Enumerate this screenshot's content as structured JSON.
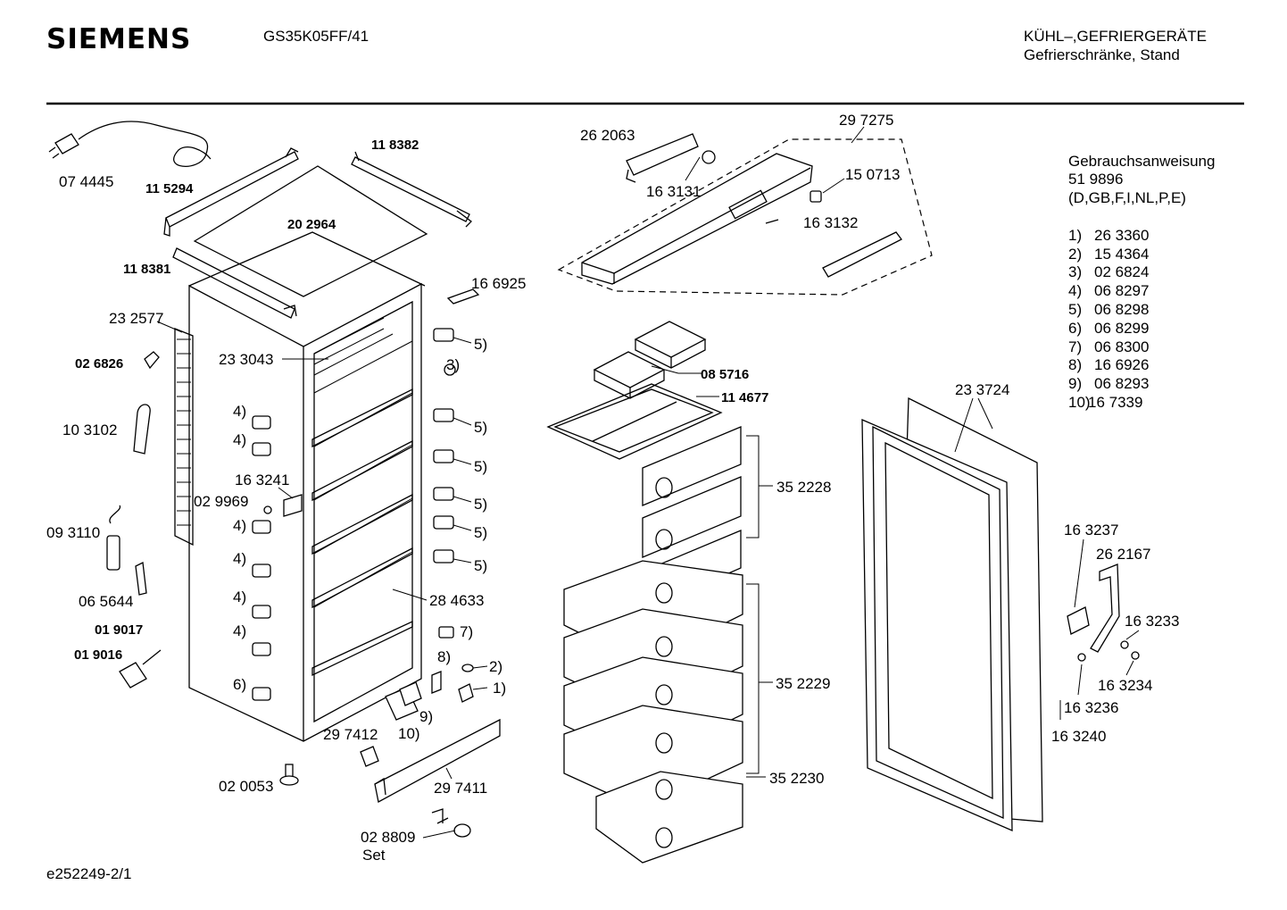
{
  "header": {
    "brand": "SIEMENS",
    "model": "GS35K05FF/41",
    "category": "KÜHL–,GEFRIERGERÄTE",
    "subcategory": "Gefrierschränke, Stand"
  },
  "manual": {
    "title": "Gebrauchsanweisung",
    "number": "51 9896",
    "languages": "(D,GB,F,I,NL,P,E)"
  },
  "footnotes": [
    {
      "key": "1)",
      "part": "26 3360"
    },
    {
      "key": "2)",
      "part": "15 4364"
    },
    {
      "key": "3)",
      "part": "02 6824"
    },
    {
      "key": "4)",
      "part": "06 8297"
    },
    {
      "key": "5)",
      "part": "06 8298"
    },
    {
      "key": "6)",
      "part": "06 8299"
    },
    {
      "key": "7)",
      "part": "06 8300"
    },
    {
      "key": "8)",
      "part": "16 6926"
    },
    {
      "key": "9)",
      "part": "06 8293"
    },
    {
      "key": "10)",
      "part": "16 7339"
    }
  ],
  "labels": {
    "p074445": "07 4445",
    "p115294": "11 5294",
    "p118382": "11 8382",
    "p202964": "20 2964",
    "p118381": "11 8381",
    "p232577": "23 2577",
    "p026826": "02 6826",
    "p233043": "23 3043",
    "p103102": "10 3102",
    "p163241": "16 3241",
    "p029969": "02 9969",
    "p093110": "09 3110",
    "p065644": "06 5644",
    "p019017": "01 9017",
    "p019016": "01 9016",
    "p020053": "02 0053",
    "p297412": "29 7412",
    "p297411": "29 7411",
    "p028809": "02 8809",
    "set": "Set",
    "p166925": "16 6925",
    "p284633": "28 4633",
    "p262063": "26 2063",
    "p163131": "16 3131",
    "p297275": "29 7275",
    "p150713": "15 0713",
    "p163132": "16 3132",
    "p085716": "08 5716",
    "p114677": "11 4677",
    "p352228": "35 2228",
    "p352229": "35 2229",
    "p352230": "35 2230",
    "p233724": "23 3724",
    "p163237": "16 3237",
    "p262167": "26 2167",
    "p163233": "16 3233",
    "p163234": "16 3234",
    "p163236": "16 3236",
    "p163240": "16 3240",
    "k1": "1)",
    "k2": "2)",
    "k3": "3)",
    "k4": "4)",
    "k5": "5)",
    "k6": "6)",
    "k7": "7)",
    "k8": "8)",
    "k9": "9)",
    "k10": "10)"
  },
  "footer": {
    "code": "e252249-2/1"
  }
}
